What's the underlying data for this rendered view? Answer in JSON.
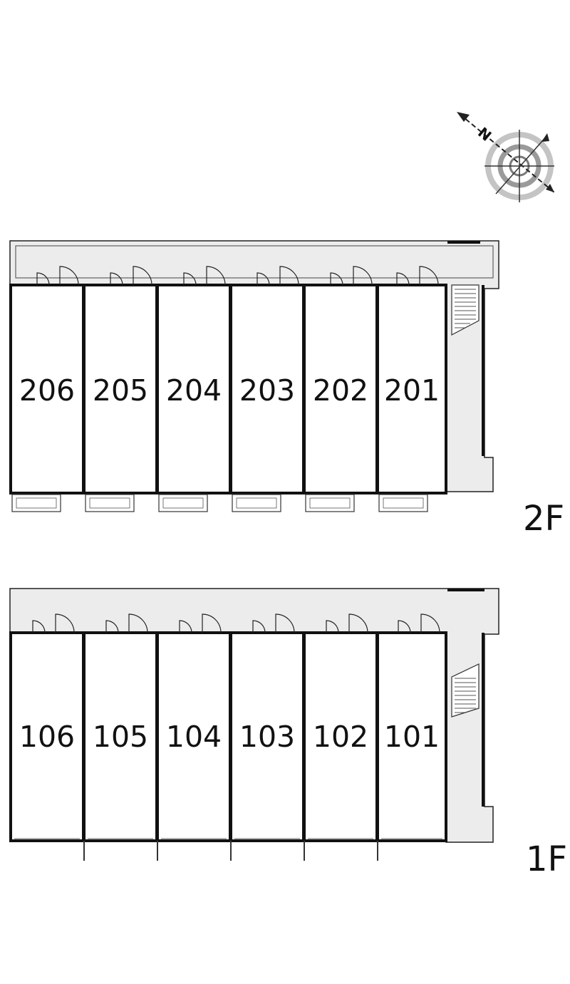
{
  "compass": {
    "north_label": "N",
    "icon": "compass-rose-icon"
  },
  "floors": [
    {
      "label": "2F",
      "rooms": [
        "206",
        "205",
        "204",
        "203",
        "202",
        "201"
      ]
    },
    {
      "label": "1F",
      "rooms": [
        "106",
        "105",
        "104",
        "103",
        "102",
        "101"
      ]
    }
  ],
  "colors": {
    "corridor": "#ececec",
    "wall": "#111111",
    "background": "#ffffff"
  }
}
